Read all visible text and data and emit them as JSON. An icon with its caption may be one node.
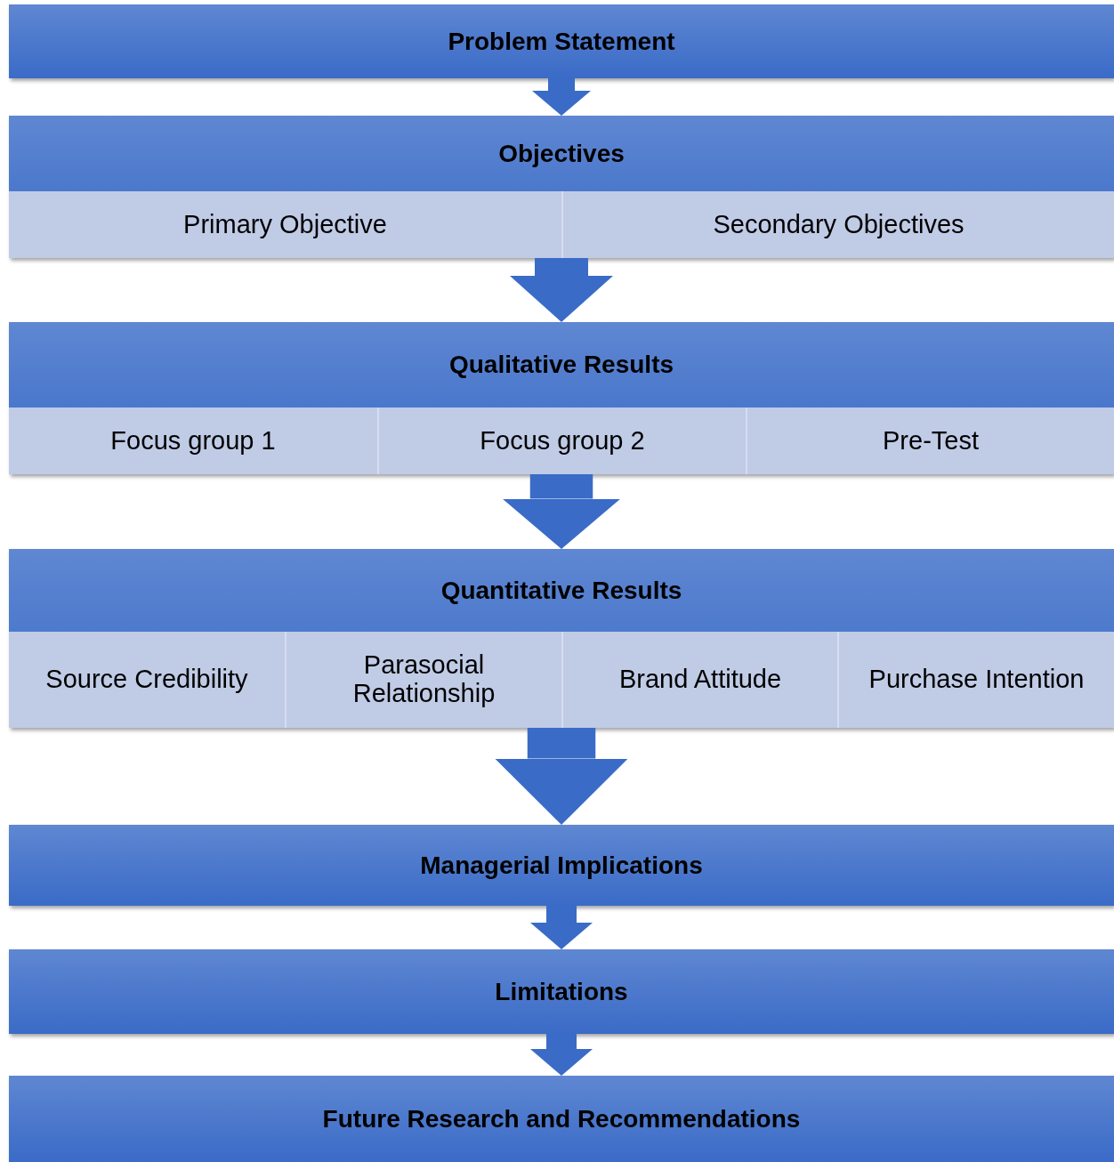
{
  "diagram": {
    "nodes": [
      {
        "text": [
          "Problem Statement"
        ]
      },
      {
        "text": [
          "Objectives"
        ]
      },
      {
        "text": [
          "Primary Objective"
        ],
        "in": 1
      },
      {
        "text": [
          "Secondary Objectives"
        ],
        "in": 1
      },
      {
        "text": [
          "Qualitative Results"
        ]
      },
      {
        "text": [
          "Focus group 1"
        ],
        "in": 4
      },
      {
        "text": [
          "Focus group 2"
        ],
        "in": 4
      },
      {
        "text": [
          "Pre-Test"
        ],
        "in": 4
      },
      {
        "text": [
          "Quantitative Results"
        ]
      },
      {
        "text": [
          "Source Credibility"
        ],
        "in": 8
      },
      {
        "text": [
          "Parasocial Relationship"
        ],
        "in": 8
      },
      {
        "text": [
          "Brand Attitude"
        ],
        "in": 8
      },
      {
        "text": [
          "Purchase Intention"
        ],
        "in": 8
      },
      {
        "text": [
          "Managerial Implications"
        ]
      },
      {
        "text": [
          "Limitations"
        ]
      },
      {
        "text": [
          "Future Research and Recommendations"
        ]
      }
    ],
    "edges": [
      {
        "from": 0,
        "to": 1,
        "arrow": "to"
      },
      {
        "from": 1,
        "to": 4,
        "arrow": "to"
      },
      {
        "from": 4,
        "to": 8,
        "arrow": "to",
        "style": "thick"
      },
      {
        "from": 8,
        "to": 13,
        "arrow": "to",
        "style": "thick"
      },
      {
        "from": 13,
        "to": 14,
        "arrow": "to"
      },
      {
        "from": 14,
        "to": 15,
        "arrow": "to"
      }
    ]
  }
}
